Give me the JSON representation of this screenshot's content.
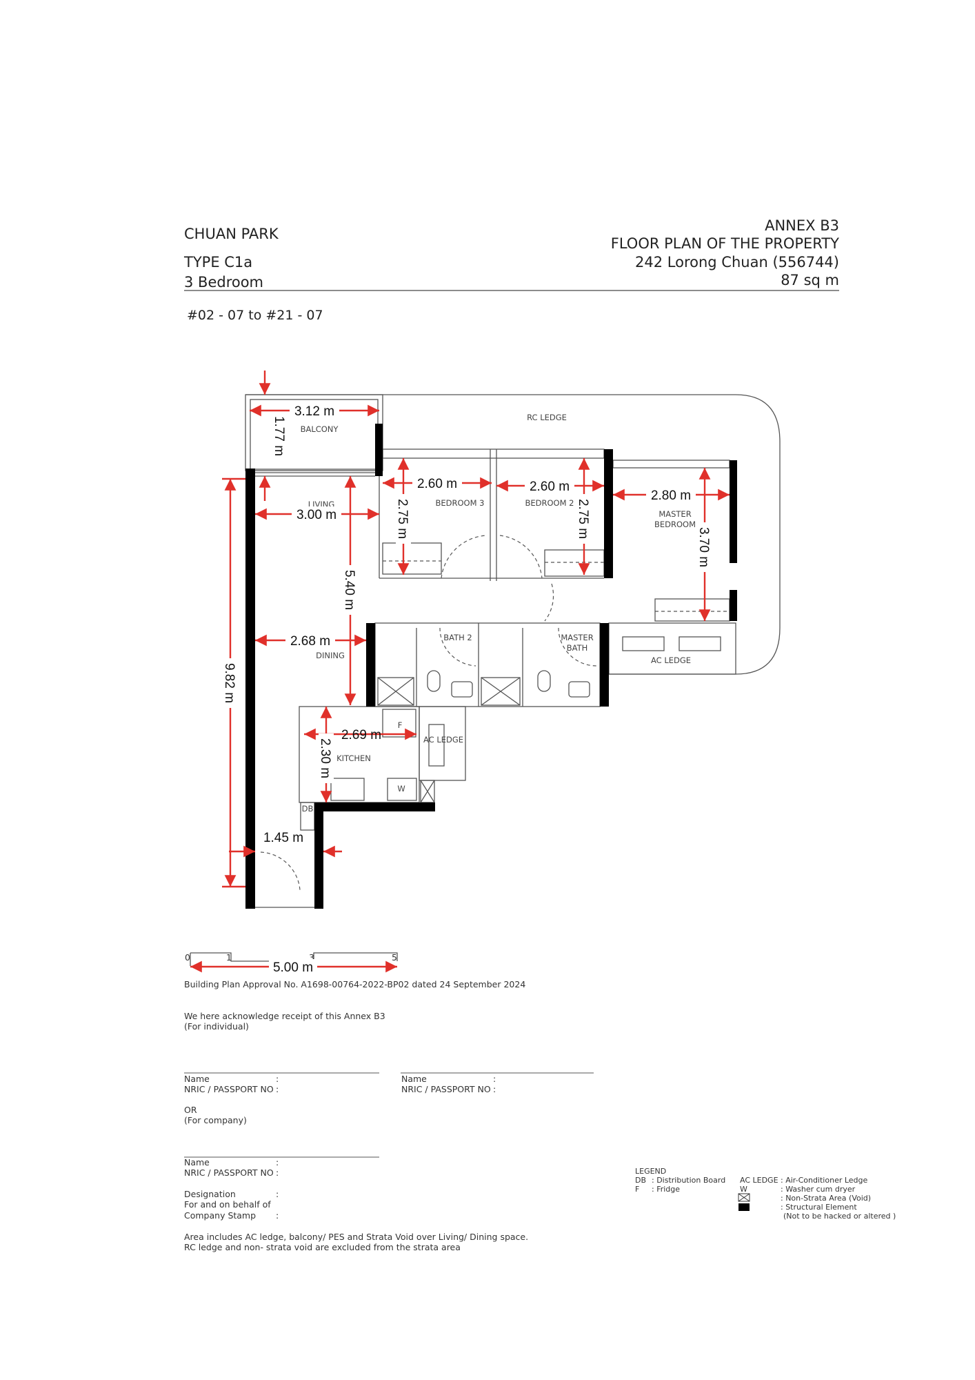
{
  "header": {
    "project": "CHUAN PARK",
    "type": "TYPE C1a",
    "bedrooms": "3 Bedroom",
    "annex": "ANNEX B3",
    "doc_title": "FLOOR PLAN OF THE PROPERTY",
    "address": "242 Lorong Chuan (556744)",
    "area": "87 sq m",
    "units": "#02 - 07 to #21 - 07"
  },
  "rooms": {
    "balcony": "BALCONY",
    "rc_ledge": "RC LEDGE",
    "living": "LIVING",
    "bedroom3": "BEDROOM 3",
    "bedroom2": "BEDROOM 2",
    "master_1": "MASTER",
    "master_2": "BEDROOM",
    "bath2": "BATH 2",
    "master_bath_1": "MASTER",
    "master_bath_2": "BATH",
    "ac_ledge": "AC LEDGE",
    "dining": "DINING",
    "kitchen": "KITCHEN",
    "ac_ledge_kitchen": "AC LEDGE",
    "fridge": "F",
    "washer": "W",
    "db": "DB"
  },
  "dimensions": {
    "balcony_w": "3.12 m",
    "balcony_d": "1.77 m",
    "living_w": "3.00 m",
    "living_dining_l": "5.40 m",
    "bedroom3_w": "2.60 m",
    "bedroom3_d": "2.75 m",
    "bedroom2_w": "2.60 m",
    "bedroom2_d": "2.75 m",
    "master_w": "2.80 m",
    "master_d": "3.70 m",
    "dining_w": "2.68 m",
    "total_l": "9.82 m",
    "kitchen_w": "2.69 m",
    "kitchen_d": "2.30 m",
    "entry_w": "1.45 m"
  },
  "scale": {
    "ticks": [
      "0",
      "1",
      "3",
      "5"
    ],
    "label": "5.00 m"
  },
  "approval": "Building Plan Approval No. A1698-00764-2022-BP02 dated 24 September 2024",
  "ack": {
    "line1": "We here acknowledge receipt of this Annex B3",
    "line2": "(For individual)",
    "name": "Name",
    "nric": "NRIC / PASSPORT NO",
    "colon": ":",
    "or": "OR",
    "company": "(For company)",
    "designation": "Designation",
    "behalf": "For and on behalf of",
    "stamp": "Company Stamp"
  },
  "notes": {
    "line1": "Area includes AC ledge, balcony/ PES and Strata Void over Living/ Dining space.",
    "line2": "RC ledge and non- strata void are excluded from the strata area"
  },
  "legend": {
    "title": "LEGEND",
    "items": [
      {
        "key": "DB",
        "desc": ": Distribution Board"
      },
      {
        "key": "F",
        "desc": ": Fridge"
      },
      {
        "key": "AC LEDGE",
        "desc": ": Air-Conditioner Ledge"
      },
      {
        "key": "W",
        "desc": ": Washer cum dryer"
      },
      {
        "key": "void-box-icon",
        "desc": ": Non-Strata Area (Void)"
      },
      {
        "key": "structural-block-icon",
        "desc": ": Structural Element"
      }
    ],
    "note": "(Not to be hacked or altered )"
  },
  "colors": {
    "dimension": "#e0302a",
    "wall": "#000000"
  }
}
